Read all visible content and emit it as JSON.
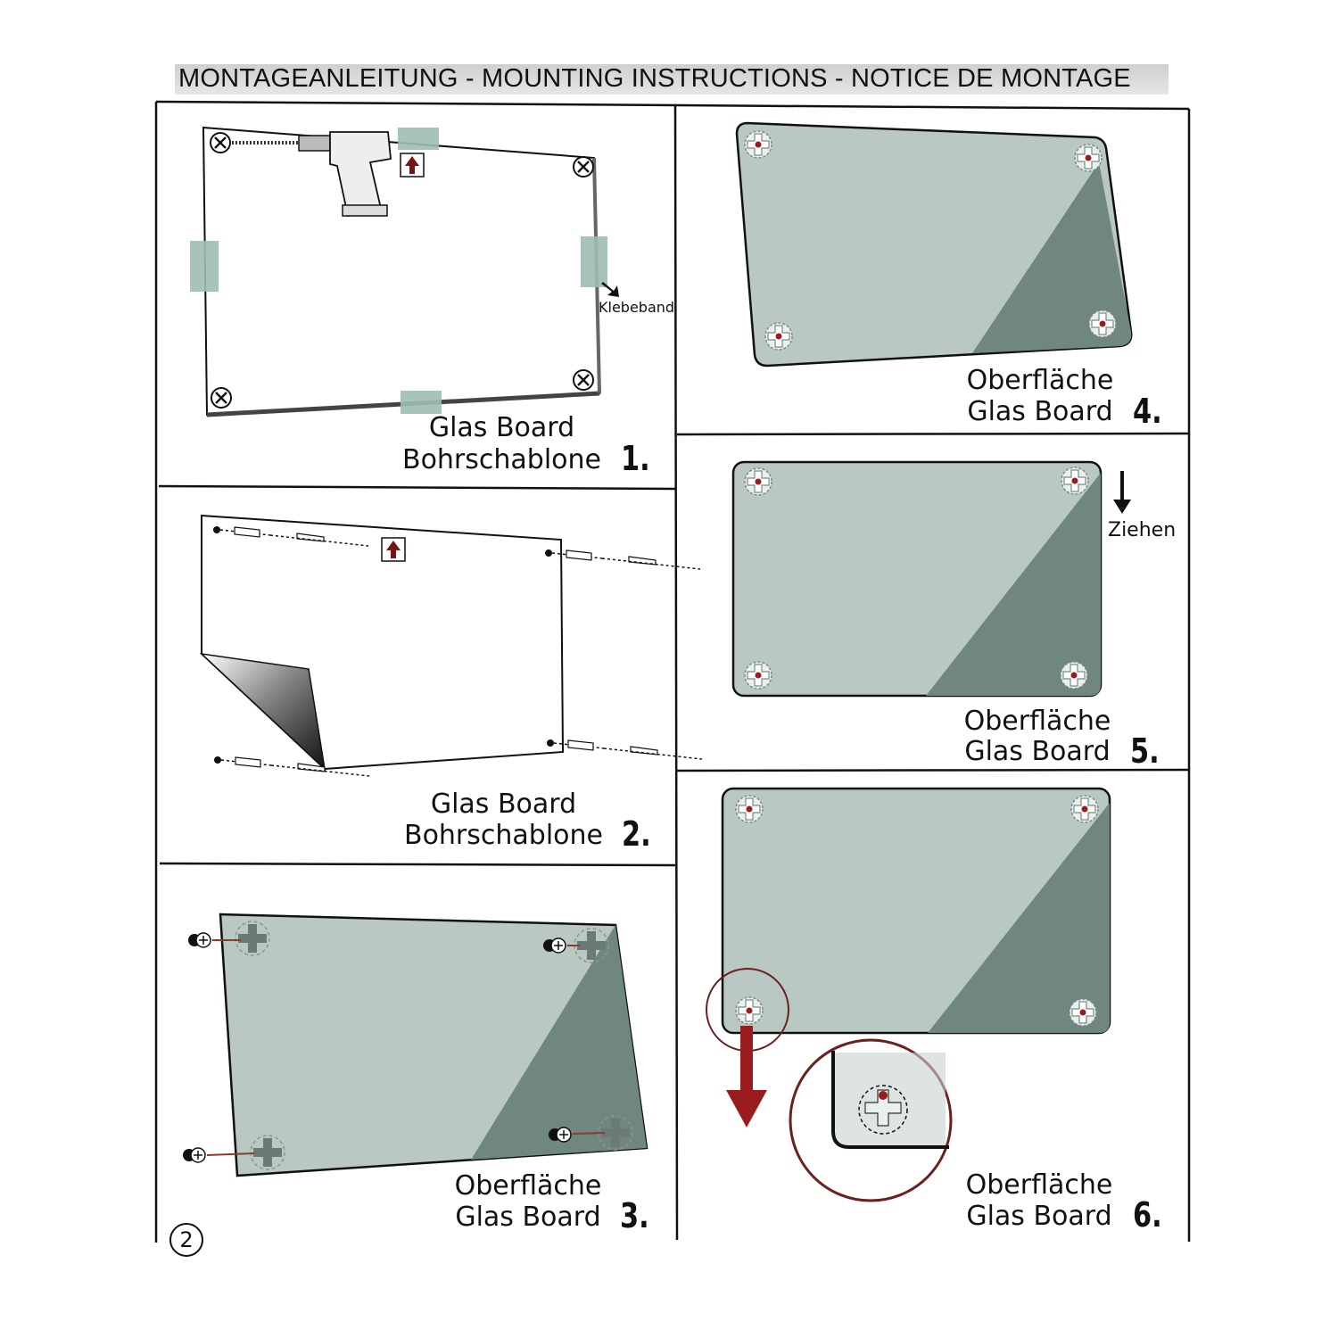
{
  "header": {
    "title": "MONTAGEANLEITUNG - MOUNTING INSTRUCTIONS - NOTICE DE MONTAGE"
  },
  "steps": [
    {
      "number": "1.",
      "line1": "Glas Board",
      "line2": "Bohrschablone",
      "note": "Klebeband"
    },
    {
      "number": "2.",
      "line1": "Glas Board",
      "line2": "Bohrschablone"
    },
    {
      "number": "3.",
      "line1": "Oberfläche",
      "line2": "Glas Board"
    },
    {
      "number": "4.",
      "line1": "Oberfläche",
      "line2": "Glas Board"
    },
    {
      "number": "5.",
      "line1": "Oberfläche",
      "line2": "Glas Board",
      "note": "Ziehen"
    },
    {
      "number": "6.",
      "line1": "Oberfläche",
      "line2": "Glas Board"
    }
  ],
  "footer": {
    "page": "2"
  },
  "colors": {
    "glass_light": "#b9c8c2",
    "glass_dark": "#6f8780",
    "accent_red": "#7a1414",
    "tape": "#9fbdb3"
  }
}
